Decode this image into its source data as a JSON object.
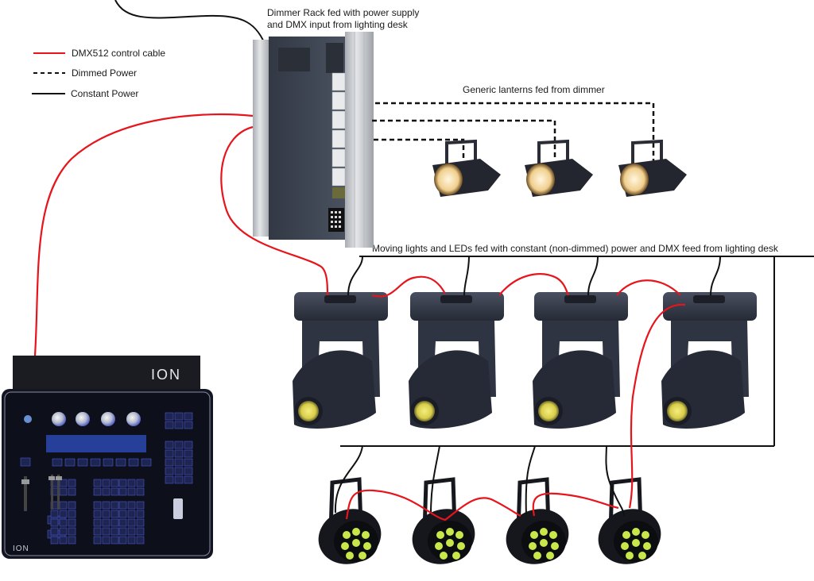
{
  "legend": {
    "items": [
      {
        "label": "DMX512 control cable",
        "style": "solid",
        "color": "#e8141c"
      },
      {
        "label": "Dimmed Power",
        "style": "dashed",
        "color": "#111111"
      },
      {
        "label": "Constant Power",
        "style": "solid",
        "color": "#111111"
      }
    ]
  },
  "annotations": {
    "dimmer_rack_line1": "Dimmer Rack fed with power supply",
    "dimmer_rack_line2": "and DMX input from lighting desk",
    "generic_lanterns": "Generic lanterns fed from dimmer",
    "moving_lights": "Moving lights and LEDs fed with constant (non-dimmed) power and DMX feed from lighting desk"
  },
  "console": {
    "brand_top": "ION",
    "brand_bottom": "ION"
  },
  "devices": {
    "dimmer_rack": {
      "name": "Dimmer Rack"
    },
    "generic_lanterns": [
      {
        "name": "Generic lantern 1"
      },
      {
        "name": "Generic lantern 2"
      },
      {
        "name": "Generic lantern 3"
      }
    ],
    "moving_lights": [
      {
        "name": "Moving light 1"
      },
      {
        "name": "Moving light 2"
      },
      {
        "name": "Moving light 3"
      },
      {
        "name": "Moving light 4"
      }
    ],
    "led_pars": [
      {
        "name": "LED par 1"
      },
      {
        "name": "LED par 2"
      },
      {
        "name": "LED par 3"
      },
      {
        "name": "LED par 4"
      }
    ]
  },
  "colors": {
    "dmx_cable": "#e8141c",
    "power_cable": "#111111",
    "fixture_body": "#2e3240",
    "console_body": "#141622",
    "console_accent": "#4a5ad0",
    "rack_body": "#3a404c",
    "rack_rail": "#c9ccd0",
    "led_green": "#c8e84a",
    "lamp_warm": "#f3d49a",
    "lens_yellow": "#e7df6a"
  }
}
